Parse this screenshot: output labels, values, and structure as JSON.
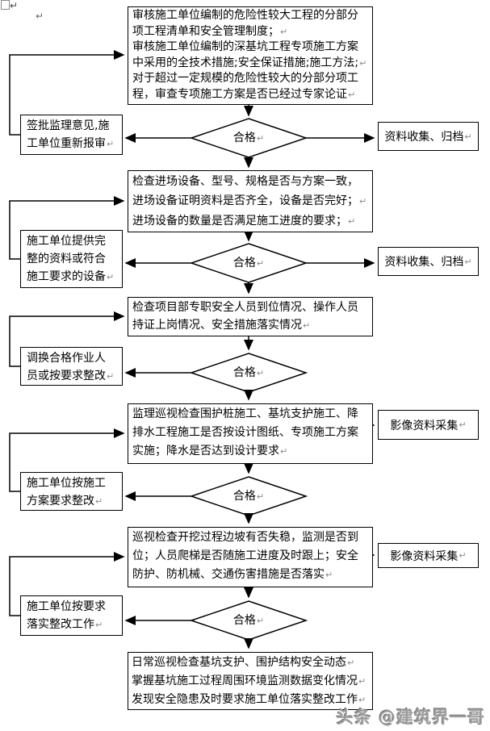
{
  "page": {
    "background": "#ffffff",
    "line_color": "#000000"
  },
  "marks": {
    "return": "↵"
  },
  "flow": {
    "main_boxes": [
      {
        "paragraphs": [
          "审核施工单位编制的危险性较大工程的分部分项工程清单和安全管理制度；",
          "审核施工单位编制的深基坑工程专项施工方案中采用的全技术措施;安全保证措施;施工方法;",
          "对于超过一定规模的危险性较大的分部分项工程，审查专项施工方案是否已经过专家论证"
        ]
      },
      {
        "paragraphs": [
          "检查进场设备、型号、规格是否与方案一致，进场设备证明资料是否齐全，设备是否完好；",
          "进场设备的数量是否满足施工进度的要求；"
        ]
      },
      {
        "paragraphs": [
          "检查项目部专职安全人员到位情况、操作人员持证上岗情况、安全措施落实情况"
        ]
      },
      {
        "paragraphs": [
          "监理巡视检查围护桩施工、基坑支护施工、降排水工程施工是否按设计图纸、专项施工方案实施；降水是否达到设计要求"
        ]
      },
      {
        "paragraphs": [
          "巡视检查开挖过程边坡有否失稳，监测是否到位；人员爬梯是否随施工进度及时跟上；安全防护、防机械、交通伤害措施是否落实"
        ]
      },
      {
        "paragraphs": [
          "日常巡视检查基坑支护、围护结构安全动态",
          "掌握基坑施工过程周围环境监测数据变化情况",
          "发现安全隐患及时要求施工单位落实整改工作"
        ]
      }
    ],
    "decisions": [
      {
        "label": "合格"
      },
      {
        "label": "合格"
      },
      {
        "label": "合格"
      },
      {
        "label": "合格"
      },
      {
        "label": "合格"
      }
    ],
    "left_boxes": [
      {
        "label": "签批监理意见,施工单位重新报审"
      },
      {
        "label": "施工单位提供完整的资料或符合施工要求的设备"
      },
      {
        "label": "调换合格作业人员或按要求整改"
      },
      {
        "label": "施工单位按施工方案要求整改"
      },
      {
        "label": "施工单位按要求落实整改工作"
      }
    ],
    "right_boxes": [
      {
        "label": "资料收集、归档"
      },
      {
        "label": "资料收集、归档"
      },
      {
        "label": "影像资料采集"
      },
      {
        "label": "影像资料采集"
      }
    ]
  },
  "watermark": {
    "text": "头条 @建筑界一哥"
  }
}
